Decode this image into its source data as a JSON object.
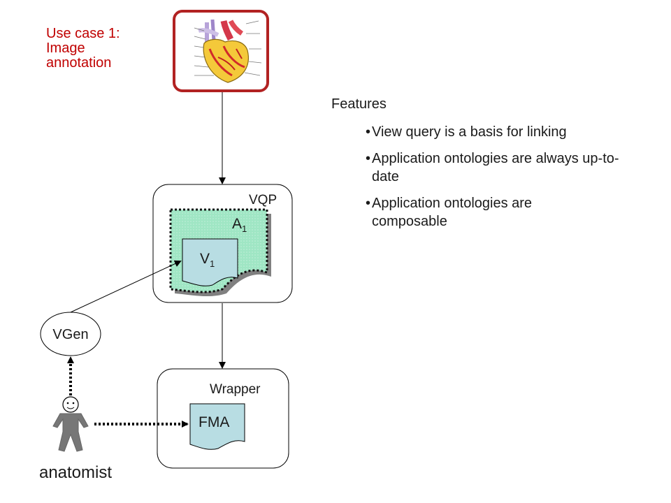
{
  "use_case": {
    "lines": [
      "Use case 1:",
      "Image",
      "annotation"
    ]
  },
  "features": {
    "heading": "Features",
    "items": [
      "View query is a basis for linking",
      "Application ontologies are always up-to-date",
      "Application ontologies are composable"
    ]
  },
  "diagram": {
    "vqp_label": "VQP",
    "a_label": "A",
    "a_sub": "1",
    "v_label": "V",
    "v_sub": "1",
    "wrapper_label": "Wrapper",
    "fma_label": "FMA",
    "vgen_label": "VGen",
    "anatomist_label": "anatomist"
  },
  "colors": {
    "title_red": "#c00000",
    "heart_frame": "#b22222",
    "app_ontology_fill": "#9fe6c4",
    "doc_fill": "#b8dde3"
  },
  "icons": {
    "heart_image": "heart-anatomy-icon",
    "person": "stick-figure-icon"
  }
}
